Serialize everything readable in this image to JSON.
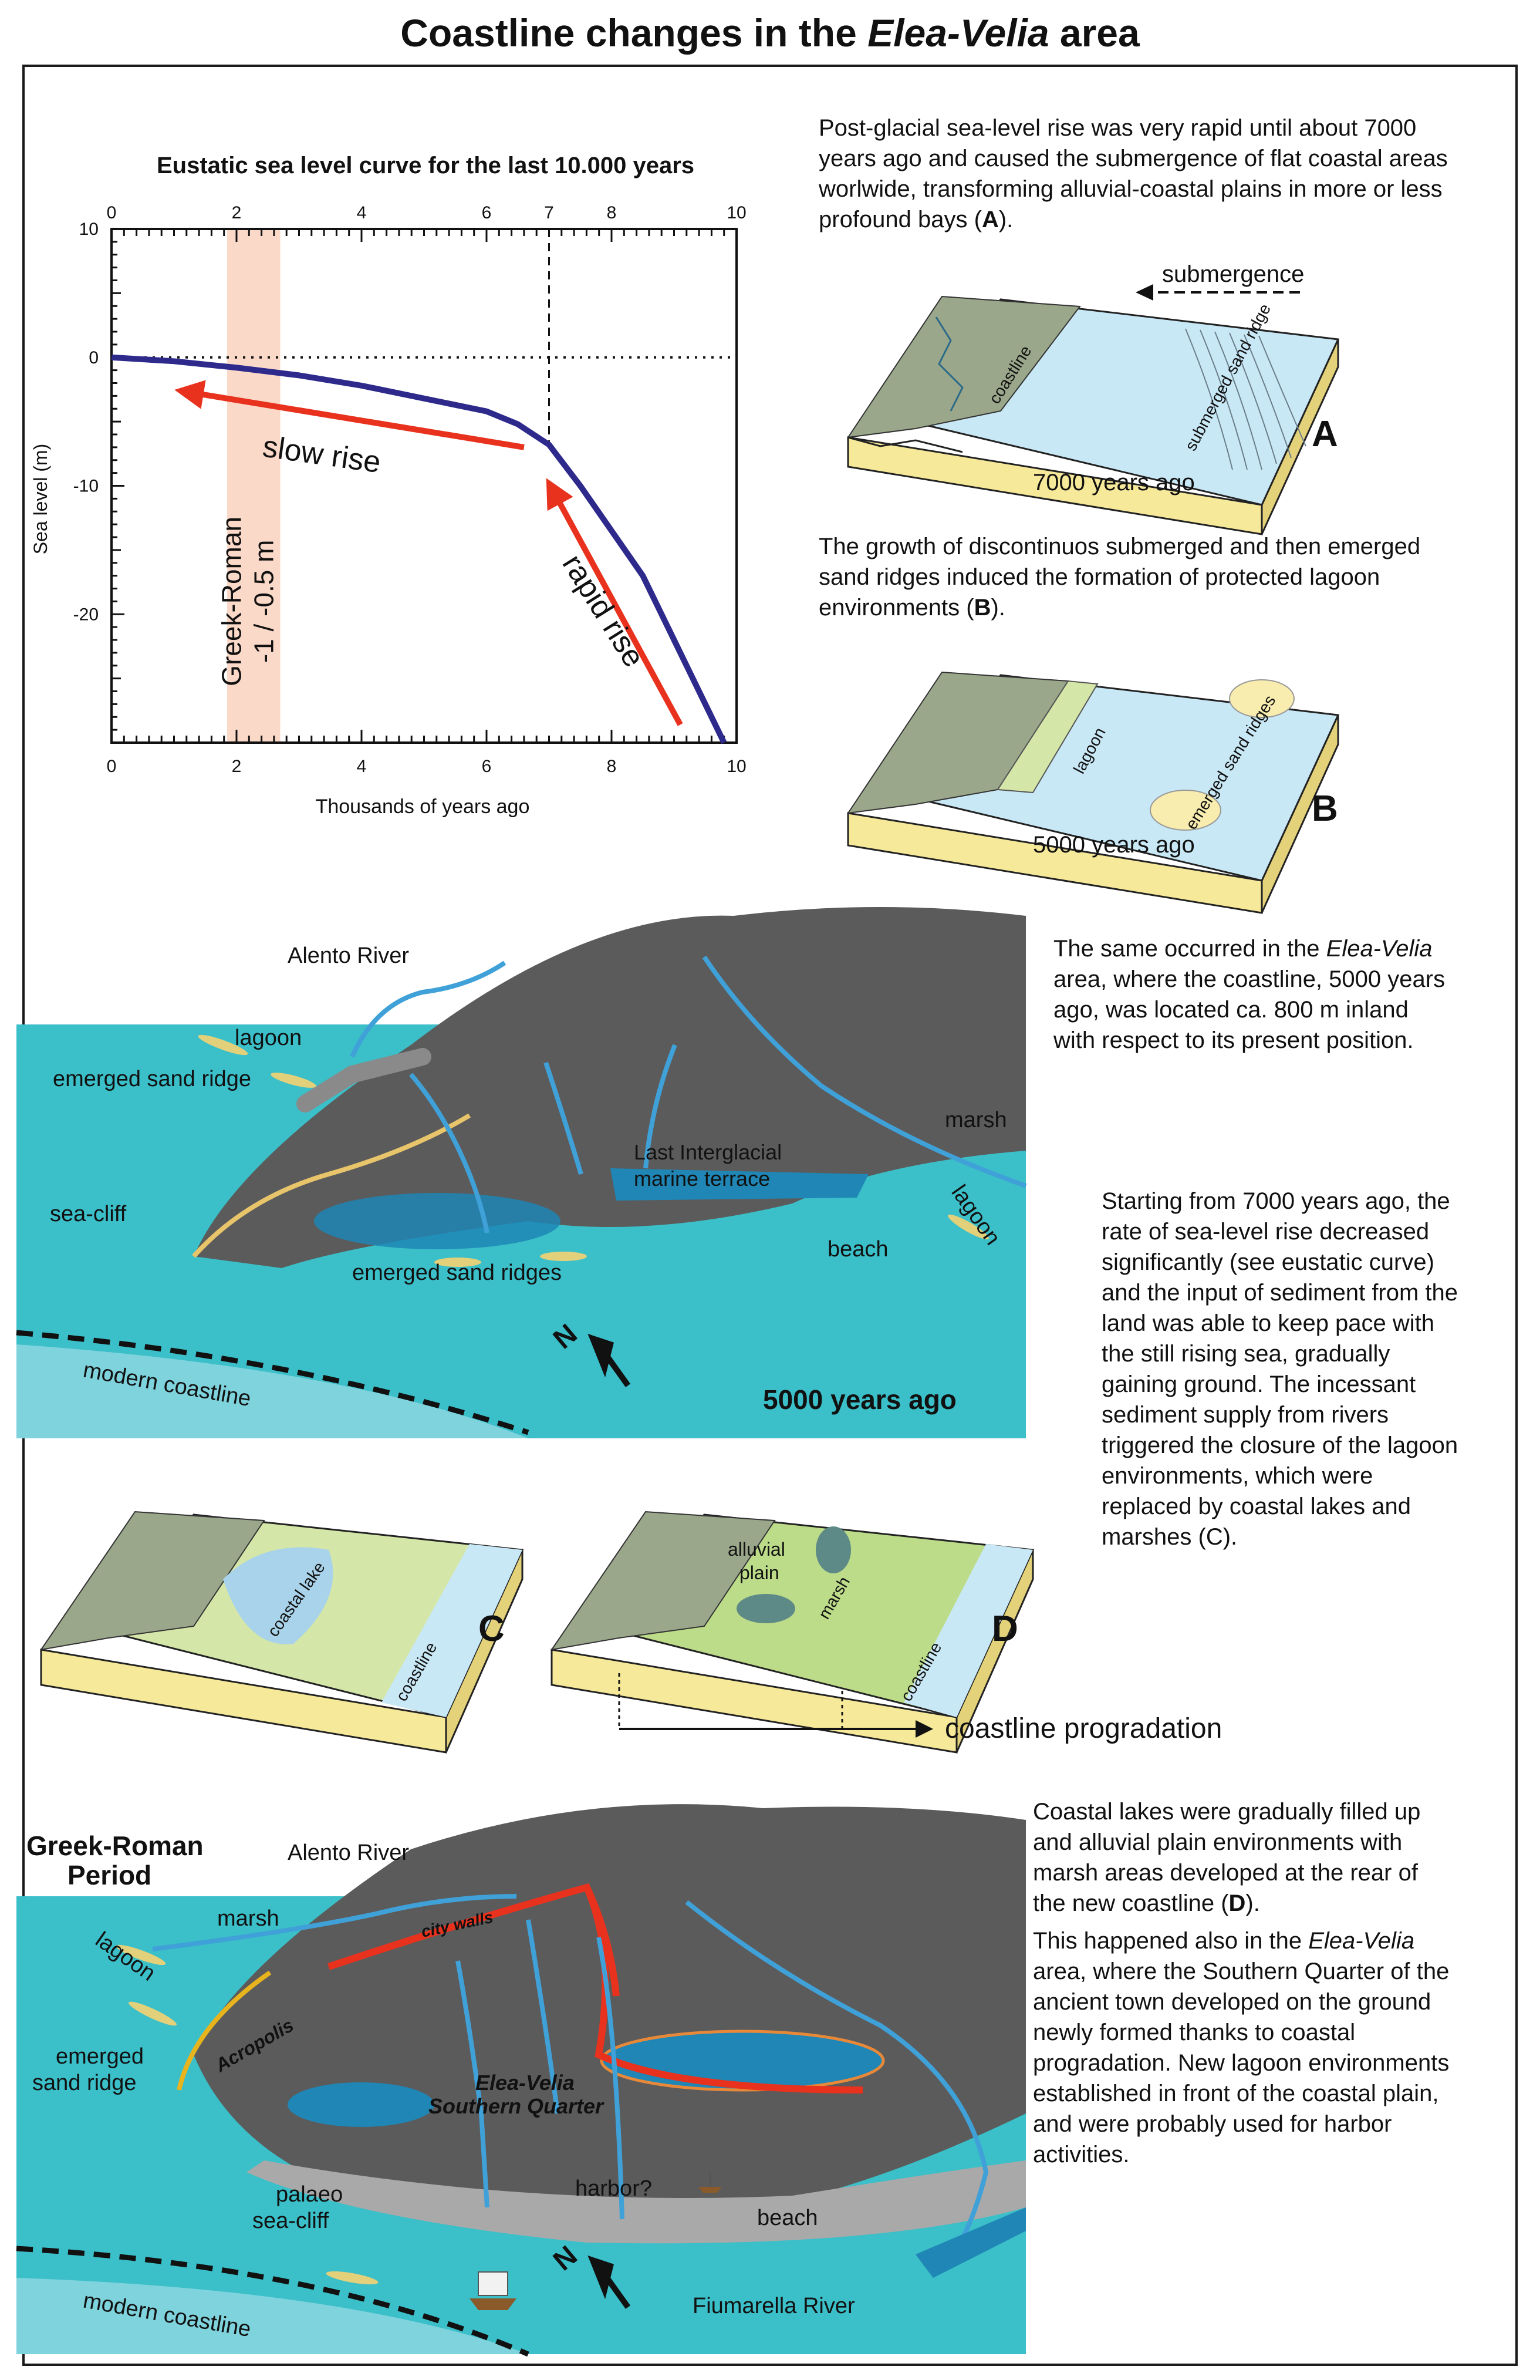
{
  "title": {
    "prefix": "Coastline changes in the ",
    "em": "Elea-Velia",
    "suffix": " area"
  },
  "chart_data": {
    "type": "line",
    "title": "Eustatic sea level curve for the last 10.000 years",
    "xlabel": "Thousands of years ago",
    "ylabel": "Sea level (m)",
    "xlim": [
      0,
      10
    ],
    "ylim": [
      -30,
      10
    ],
    "x_ticks": [
      0,
      2,
      4,
      6,
      8,
      10
    ],
    "x_top_ticks": [
      0,
      2,
      4,
      6,
      7,
      8,
      10
    ],
    "y_ticks": [
      10,
      0,
      -10,
      -20
    ],
    "series": [
      {
        "x": [
          0,
          1,
          2,
          3,
          4,
          5,
          6,
          6.5,
          7,
          7.5,
          8,
          8.5,
          9,
          9.5,
          9.8
        ],
        "y": [
          0,
          -0.3,
          -0.8,
          -1.4,
          -2.2,
          -3.2,
          -4.2,
          -5.2,
          -6.8,
          -10,
          -13.5,
          -17,
          -22,
          -27,
          -30
        ],
        "color": "#2e2a8c"
      }
    ],
    "band": {
      "x": [
        1.85,
        2.7
      ],
      "label_line1": "Greek-Roman",
      "label_line2": "-1 / -0.5 m",
      "color": "#fbd9c9"
    },
    "vline_x": 7,
    "hline_y": 0,
    "arrows": [
      {
        "label": "slow rise",
        "color": "#e8321e"
      },
      {
        "label": "rapid rise",
        "color": "#e8321e"
      }
    ]
  },
  "text1": {
    "a": "Post-glacial sea-level rise was very rapid until about 7000 years ago and caused the submergence of flat coastal areas worlwide, transforming alluvial-coastal plains in more or less profound bays (",
    "b": "A",
    "c": ")."
  },
  "blockA": {
    "submergence": "submergence",
    "coastline": "coastline",
    "ridge": "submerged sand ridge",
    "age": "7000 years ago",
    "letter": "A"
  },
  "text2": {
    "a": "The growth of discontinuos submerged and then emerged sand ridges induced the formation of protected lagoon environments (",
    "b": "B",
    "c": ")."
  },
  "blockB": {
    "lagoon": "lagoon",
    "ridges": "emerged sand ridges",
    "age": "5000 years ago",
    "letter": "B"
  },
  "map1": {
    "river": "Alento River",
    "lagoon1": "lagoon",
    "ridge": "emerged sand ridge",
    "terrace1": "Last Interglacial",
    "terrace2": "marine terrace",
    "marsh": "marsh",
    "lagoon2": "lagoon",
    "cliff": "sea-cliff",
    "ridges": "emerged sand ridges",
    "beach": "beach",
    "modern": "modern coastline",
    "north": "N",
    "age": "5000 years ago"
  },
  "text3": {
    "a": "The same occurred in the ",
    "em": "Elea-Velia",
    "b": " area, where the coastline, 5000 years ago, was located ca. 800 m inland with respect to its present position."
  },
  "text4": "Starting from 7000 years ago, the rate of sea-level rise decreased significantly (see eustatic curve) and the input of sediment from the land was able to keep pace with the still rising sea, gradually gaining ground. The incessant sediment supply from rivers triggered the closure of the lagoon environments, which were replaced by coastal lakes and marshes (C).",
  "blockC": {
    "lake": "coastal lake",
    "coast": "coastline",
    "letter": "C"
  },
  "blockD": {
    "plain1": "alluvial",
    "plain2": "plain",
    "marsh": "marsh",
    "coast": "coastline",
    "letter": "D",
    "prog": "coastline progradation"
  },
  "text5": {
    "a": "Coastal lakes were gradually filled up and alluvial plain environments with marsh areas developed at the rear of the new coastline (",
    "b": "D",
    "c": ")."
  },
  "text6": {
    "a": "This happened also in the ",
    "em": "Elea-Velia",
    "b": " area, where the Southern Quarter of the ancient town developed on the ground newly formed thanks to coastal progradation. New lagoon environments established in front of the coastal plain, and were probably used for harbor activities."
  },
  "map2": {
    "period1": "Greek-Roman",
    "period2": "Period",
    "river": "Alento River",
    "walls": "city walls",
    "marsh": "marsh",
    "lagoon": "lagoon",
    "ridge1": "emerged",
    "ridge2": "sand ridge",
    "acropolis": "Acropolis",
    "quarter1": "Elea-Velia",
    "quarter2": "Southern Quarter",
    "cliff1": "palaeo",
    "cliff2": "sea-cliff",
    "harbor": "harbor?",
    "beach": "beach",
    "fiumarella": "Fiumarella River",
    "modern": "modern coastline",
    "north": "N"
  }
}
